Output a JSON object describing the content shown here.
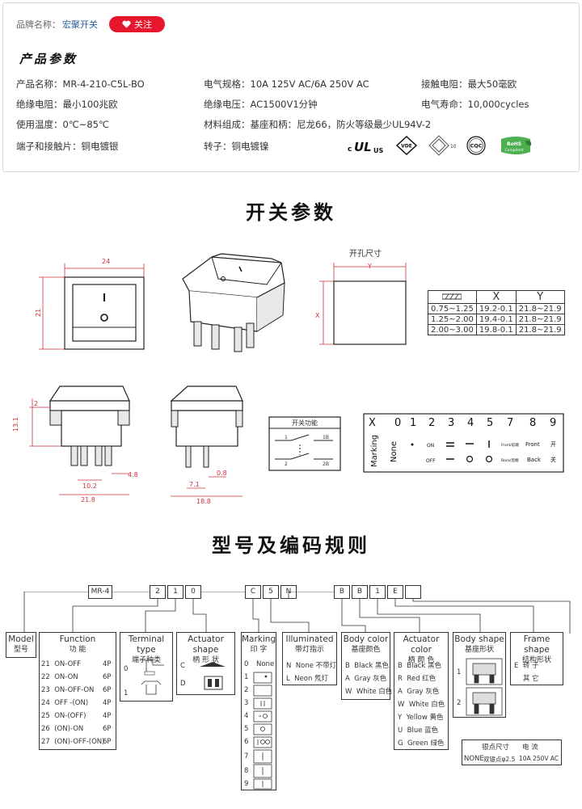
{
  "header": {
    "brand_label": "品牌名称：",
    "brand_value": "宏聚开关",
    "follow_label": "关注",
    "section_title": "产品参数"
  },
  "specs": {
    "model": "产品名称：MR-4-210-C5L-BO",
    "rating": "电气规格：10A  125V  AC/6A 250V  AC",
    "contact_resistance": "接触电阻：最大50毫欧",
    "insulation_resistance": "绝缘电阻：最小100兆欧",
    "insulation_voltage": "绝缘电压：AC1500V1分钟",
    "life": "电气寿命：10,000cycles",
    "temperature": "使用温度：0℃~85℃",
    "material": "材料组成：基座和柄：尼龙66，防火等级最少UL94V-2",
    "terminals": "端子和接触片：铜电镀银",
    "rotor": "转子：铜电镀镍"
  },
  "certs": {
    "ul": "c UL us",
    "vde": "VDE",
    "enec": "10",
    "cqc": "CQC",
    "rohs": "RoHS Compliant"
  },
  "switch_params": {
    "heading": "开关参数",
    "dims": {
      "front_w": "24",
      "front_h": "21",
      "side_h": "13.1",
      "side_top": "2",
      "pin_gap": "4.8",
      "pin_pitch": "10.2",
      "base_w": "21.8",
      "side_pin": "0.8",
      "side_pitch": "7.1",
      "side_w": "18.8"
    },
    "cutout_title": "开孔尺寸",
    "cutout_x": "X",
    "cutout_y": "Y",
    "cutout_table": {
      "headers": [
        "",
        "X",
        "Y"
      ],
      "rows": [
        [
          "0.75~1.25",
          "19.2-0.1",
          "21.8~21.9"
        ],
        [
          "1.25~2.00",
          "19.4-0.1",
          "21.8~21.9"
        ],
        [
          "2.00~3.00",
          "19.8-0.1",
          "21.8~21.9"
        ]
      ]
    },
    "function_title": "开关功能",
    "function_labels": [
      "1",
      "1B",
      "2",
      "2B"
    ],
    "marking": {
      "x_label": "X",
      "side_label": "Marking",
      "codes": [
        "0",
        "1",
        "2",
        "3",
        "4",
        "5",
        "7",
        "8",
        "9"
      ],
      "none": "None",
      "on": "ON",
      "off": "OFF",
      "front_small": "Front/前端",
      "back_small": "Back/后端",
      "front": "Front",
      "back": "Back",
      "kai": "开",
      "guan": "关"
    }
  },
  "code_rules": {
    "heading": "型号及编码规则",
    "code_cells": [
      "MR-4",
      "2",
      "1",
      "0",
      "C",
      "5",
      "N",
      "B",
      "B",
      "1",
      "E",
      ""
    ],
    "model": {
      "title": "Model",
      "cn": "型号"
    },
    "function": {
      "title": "Function",
      "cn": "功  能",
      "rows": [
        {
          "code": "21",
          "name": "ON-OFF",
          "pins": "4P"
        },
        {
          "code": "22",
          "name": "ON-ON",
          "pins": "6P"
        },
        {
          "code": "23",
          "name": "ON-OFF-ON",
          "pins": "6P"
        },
        {
          "code": "24",
          "name": "OFF -(ON)",
          "pins": "4P"
        },
        {
          "code": "25",
          "name": "ON-(OFF)",
          "pins": "4P"
        },
        {
          "code": "26",
          "name": "(ON)-ON",
          "pins": "6P"
        },
        {
          "code": "27",
          "name": "(ON)-OFF-(ON)",
          "pins": "6P"
        }
      ]
    },
    "terminal": {
      "title": "Terminal type",
      "cn": "端子种类",
      "codes": [
        "0",
        "1"
      ]
    },
    "actuator_shape": {
      "title": "Actuator shape",
      "cn": "柄 形 状",
      "codes": [
        "C",
        "D"
      ]
    },
    "marking": {
      "title": "Marking",
      "cn": "印  字",
      "codes": [
        "0",
        "1",
        "2",
        "3",
        "4",
        "5",
        "6",
        "7",
        "8",
        "9"
      ],
      "none": "None"
    },
    "illuminated": {
      "title": "Illuminated",
      "cn": "带灯指示",
      "rows": [
        {
          "code": "N",
          "name": "None",
          "cn": "不带灯"
        },
        {
          "code": "L",
          "name": "Neon",
          "cn": "氖灯"
        }
      ]
    },
    "body_color": {
      "title": "Body color",
      "cn": "基座颜色",
      "rows": [
        {
          "code": "B",
          "name": "Black",
          "cn": "黑色"
        },
        {
          "code": "A",
          "name": "Gray",
          "cn": "灰色"
        },
        {
          "code": "W",
          "name": "White",
          "cn": "白色"
        }
      ]
    },
    "actuator_color": {
      "title": "Actuator color",
      "cn": "柄 颜 色",
      "rows": [
        {
          "code": "B",
          "name": "Black",
          "cn": "黑色"
        },
        {
          "code": "R",
          "name": "Red",
          "cn": "红色"
        },
        {
          "code": "A",
          "name": "Gray",
          "cn": "灰色"
        },
        {
          "code": "W",
          "name": "White",
          "cn": "白色"
        },
        {
          "code": "Y",
          "name": "Yellow",
          "cn": "黄色"
        },
        {
          "code": "U",
          "name": "Blue",
          "cn": "蓝色"
        },
        {
          "code": "G",
          "name": "Green",
          "cn": "绿色"
        }
      ]
    },
    "body_shape": {
      "title": "Body shape",
      "cn": "基座形状",
      "codes": [
        "1",
        "2"
      ]
    },
    "frame_shape": {
      "title": "Frame shape",
      "cn": "结构形状",
      "rows": [
        {
          "code": "E",
          "cn": "转  子"
        },
        {
          "code": "",
          "cn": "其  它"
        }
      ]
    },
    "silver": {
      "head1": "银点尺寸",
      "head2": "电  流",
      "code": "NONE",
      "val1": "双银点φ2.5",
      "val2": "10A 250V AC"
    }
  },
  "colors": {
    "accent_red": "#e6162d",
    "link_blue": "#2b5d9c",
    "dim_red": "#d0323a"
  }
}
